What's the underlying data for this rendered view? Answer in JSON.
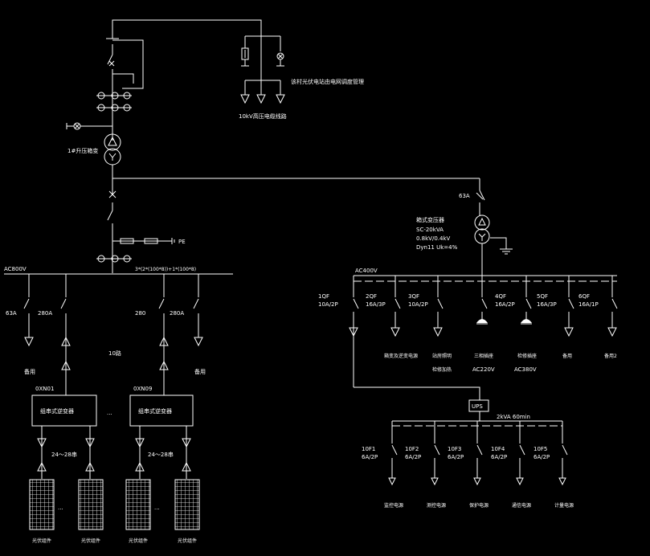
{
  "top_note": "该村光伏电站由电网调度管理",
  "cable_label": "10kV高压电缆线路",
  "transformer_label": "1#升压箱变",
  "pe_label": "PE",
  "bus_left": {
    "name": "AC800V",
    "cable": "3*(2*(100*8))+1*(100*8)"
  },
  "bus_right": {
    "name": "AC400V"
  },
  "left_feeders": {
    "a": "63A",
    "b": "280A",
    "c": "280",
    "d": "280A",
    "mid": "10路"
  },
  "left_bottom": {
    "spare1": "备用",
    "spare2": "备用"
  },
  "inverters": {
    "id1": "0XN01",
    "id2": "0XN09",
    "name": "组串式逆变器",
    "strings": "24～28串",
    "ellipsis": "...",
    "pv": "光伏组件"
  },
  "aux_transformer": {
    "breaker": "63A",
    "title": "箱式变压器",
    "model": "SC-20kVA",
    "ratio": "0.8kV/0.4kV",
    "vector": "Dyn11  Uk=4%"
  },
  "ac400_feeders": [
    {
      "id": "1QF",
      "rating": "10A/2P"
    },
    {
      "id": "2QF",
      "rating": "16A/3P"
    },
    {
      "id": "3QF",
      "rating": "10A/2P"
    },
    {
      "id": "4QF",
      "rating": "16A/2P"
    },
    {
      "id": "5QF",
      "rating": "16A/3P"
    },
    {
      "id": "6QF",
      "rating": "16A/1P"
    }
  ],
  "ac400_loads": [
    {
      "line1": "箱变及逆变电源",
      "line2": ""
    },
    {
      "line1": "站房照明",
      "line2": "检修加热"
    },
    {
      "line1": "三相插座",
      "line2": "AC220V"
    },
    {
      "line1": "检修插座",
      "line2": "AC380V"
    },
    {
      "line1": "备用",
      "line2": ""
    },
    {
      "line1": "备用2",
      "line2": ""
    }
  ],
  "ups": {
    "label": "UPS",
    "rating": "2kVA  60min"
  },
  "ups_feeders": [
    {
      "id": "10F1",
      "rating": "6A/2P",
      "load": "监控电源"
    },
    {
      "id": "10F2",
      "rating": "6A/2P",
      "load": "测控电源"
    },
    {
      "id": "10F3",
      "rating": "6A/2P",
      "load": "保护电源"
    },
    {
      "id": "10F4",
      "rating": "6A/2P",
      "load": "通信电源"
    },
    {
      "id": "10F5",
      "rating": "6A/2P",
      "load": "计量电源"
    }
  ]
}
